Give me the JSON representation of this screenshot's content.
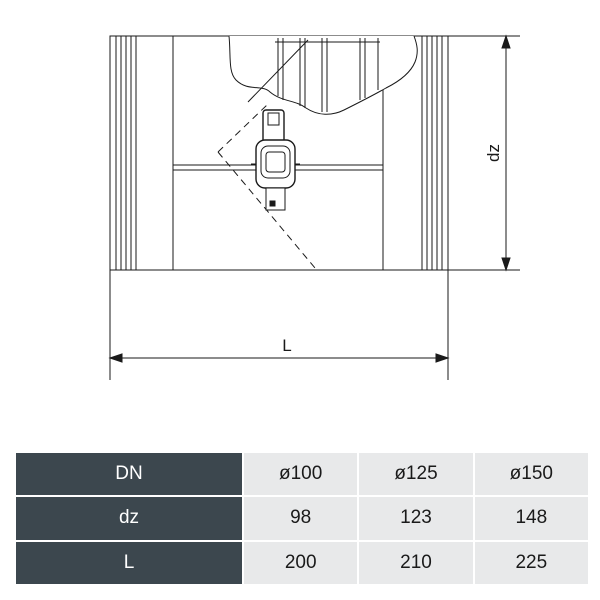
{
  "drawing": {
    "length_label": "L",
    "diameter_label": "dz"
  },
  "table": {
    "rows": [
      {
        "label": "DN",
        "values": [
          "ø100",
          "ø125",
          "ø150"
        ]
      },
      {
        "label": "dz",
        "values": [
          "98",
          "123",
          "148"
        ]
      },
      {
        "label": "L",
        "values": [
          "200",
          "210",
          "225"
        ]
      }
    ]
  },
  "colors": {
    "header_bg": "#3c474e",
    "cell_bg": "#e8e9ea",
    "line": "#1a1a1a"
  }
}
